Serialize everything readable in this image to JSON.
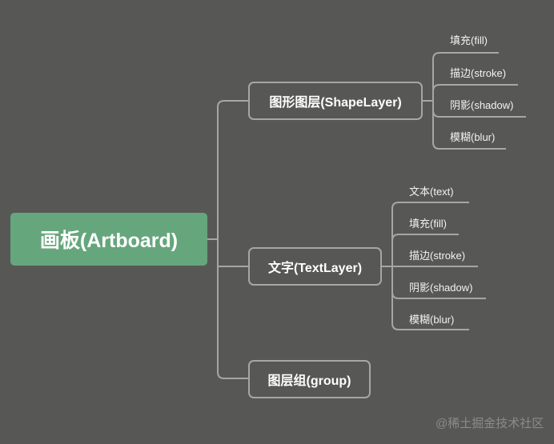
{
  "colors": {
    "background": "#575856",
    "root": "#66a67c",
    "line": "#a6a6a6"
  },
  "root": {
    "label": "画板(Artboard)"
  },
  "branches": [
    {
      "label": "图形图层(ShapeLayer)",
      "children": [
        "填充(fill)",
        "描边(stroke)",
        "阴影(shadow)",
        "模糊(blur)"
      ]
    },
    {
      "label": "文字(TextLayer)",
      "children": [
        "文本(text)",
        "填充(fill)",
        "描边(stroke)",
        "阴影(shadow)",
        "模糊(blur)"
      ]
    },
    {
      "label": "图层组(group)",
      "children": []
    }
  ],
  "watermark": "@稀土掘金技术社区"
}
